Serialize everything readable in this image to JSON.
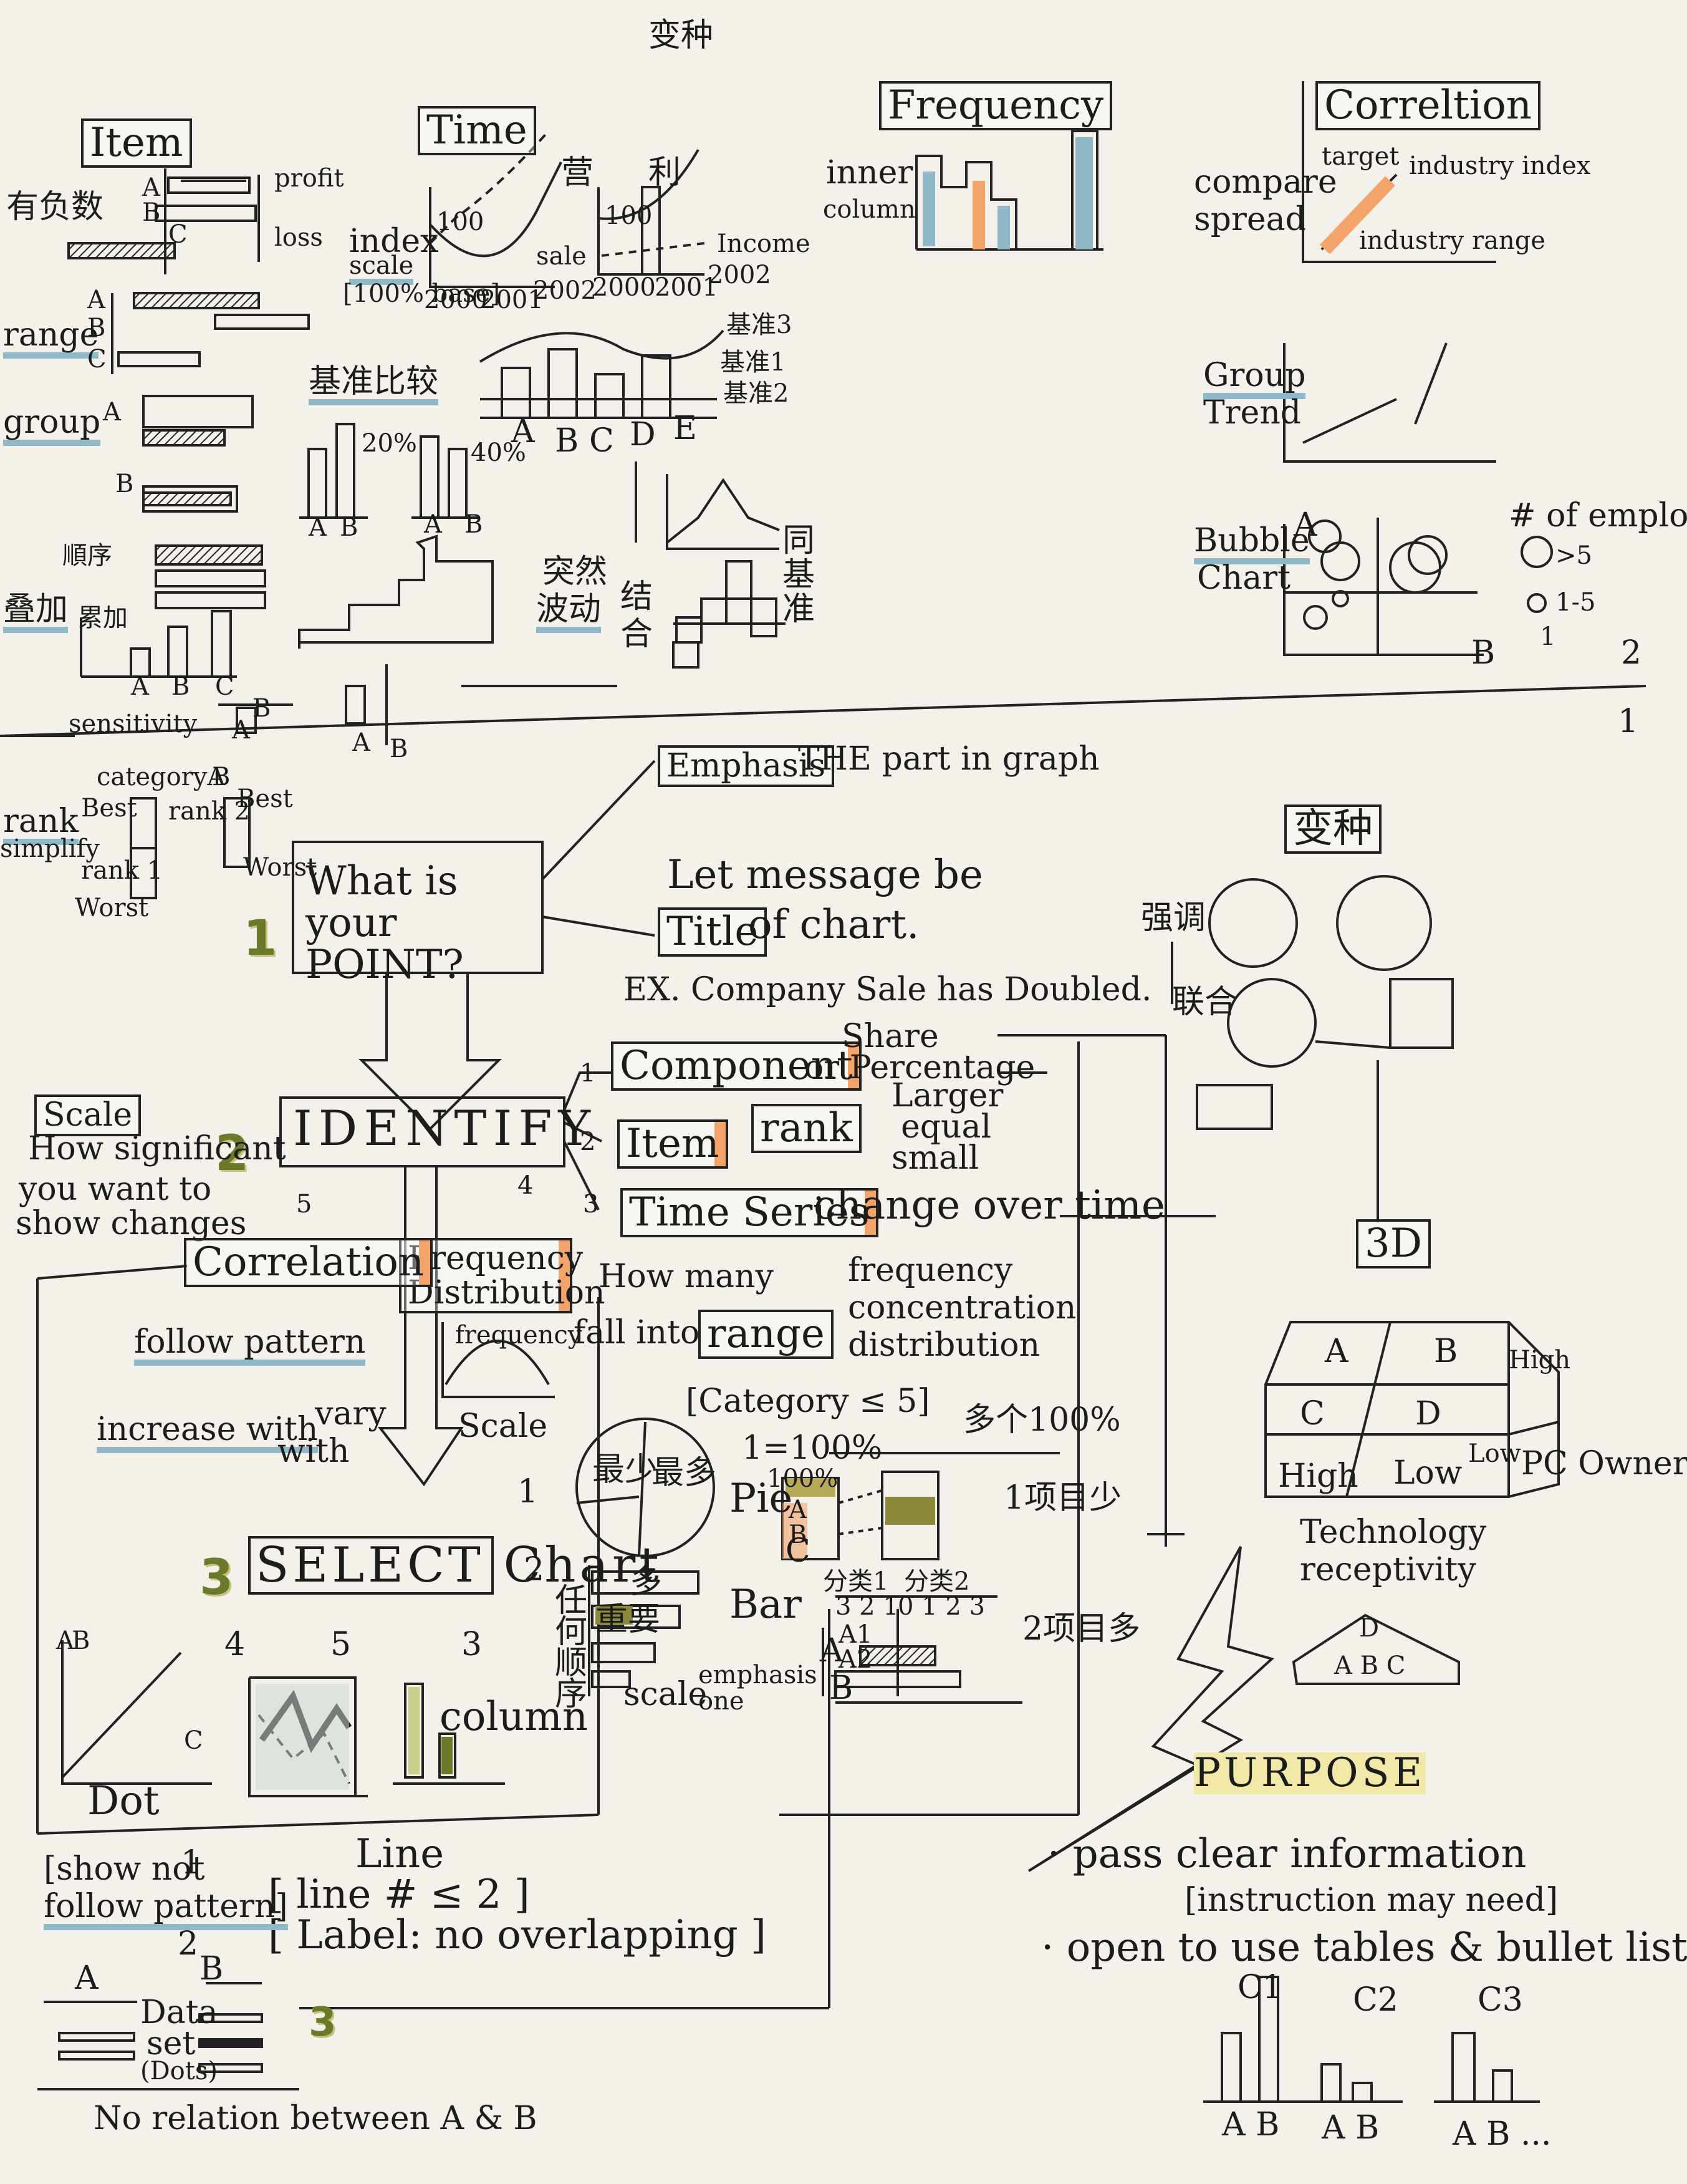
{
  "header": {
    "title": "变种"
  },
  "top_sections": {
    "item": {
      "label": "Item",
      "left_note": "有负数",
      "bars": [
        "A",
        "B",
        "C"
      ],
      "profit": "profit",
      "loss": "loss",
      "range": "range",
      "range_bars": [
        "A",
        "B",
        "C"
      ],
      "group": "group",
      "group_a": "A",
      "group_b": "B",
      "sort1": "順序",
      "sort2": "累加",
      "vert": "叠加",
      "cats": [
        "A",
        "B",
        "C"
      ],
      "sensitivity": "sensitivity",
      "rank": "rank",
      "simplify": "simplify",
      "rank_category": "categoryA",
      "rank_b": "B",
      "best1": "Best",
      "best2": "Best",
      "worst1": "Worst",
      "worst2": "Worst",
      "rank_small1": "rank 1",
      "rank_small2": "rank 2",
      "sens_a": "A",
      "sens_b": "B",
      "sens_a2": "A",
      "sens_b2": "B"
    },
    "time": {
      "label": "Time",
      "index": "index",
      "scale": "scale",
      "base": "[100% base]",
      "val100": "100",
      "sale": "sale",
      "years": [
        "2000",
        "2001",
        "2002"
      ],
      "years2": [
        "2000",
        "2001",
        "2002"
      ],
      "income": "Income",
      "val100b": "100",
      "mark1": "营",
      "mark2": "利",
      "basis_label": "基准比较",
      "pct20": "20%",
      "pct40": "40%",
      "ab1": [
        "A",
        "B"
      ],
      "ab2": [
        "A",
        "B"
      ],
      "base3": "基准3",
      "base1": "基准1",
      "base2": "基准2",
      "cats": [
        "A",
        "B",
        "C",
        "D",
        "E"
      ],
      "sudden": "突然",
      "wave": "波动",
      "combine1": "结",
      "combine2": "合",
      "same": "同",
      "base_char": "基",
      "std": "准"
    },
    "frequency": {
      "label": "Frequency",
      "inner": "inner",
      "column": "column"
    },
    "correlation": {
      "label": "Correltion",
      "compare": "compare",
      "spread": "spread",
      "target": "target",
      "industry_index": "industry index",
      "industry_range": "industry range",
      "group": "Group",
      "trend": "Trend",
      "bubble": "Bubble",
      "chart": "Chart",
      "axis_a": "A",
      "axis_b": "B",
      "legend_title": "# of employee",
      "legend_items": [
        ">5",
        "1-5",
        "1"
      ]
    }
  },
  "marker_2": "2",
  "marker_1": "1",
  "emphasis": {
    "label": "Emphasis",
    "note": "THE part in graph"
  },
  "variant2": "变种",
  "point": {
    "label": "What is your POINT?",
    "num": "1"
  },
  "message": {
    "line1": "Let message be",
    "title_box": "Title",
    "line2": "of chart.",
    "example": "EX. Company Sale has Doubled."
  },
  "pie_variants": {
    "label1": "强调",
    "label2": "联合",
    "three_d": "3D"
  },
  "identify": {
    "label": "IDENTIFY",
    "num": "2",
    "scale_box": "Scale",
    "scale_note1": "How significant",
    "scale_note2": "you want to",
    "scale_note3": "show changes"
  },
  "branches": {
    "component": {
      "n": "1",
      "label": "Component",
      "note1": "Share",
      "note2": "or Percentage"
    },
    "item": {
      "n": "2",
      "label": "Item",
      "rank": "rank",
      "larger": "Larger",
      "equal": "equal",
      "small": "small"
    },
    "time": {
      "n": "3",
      "label": "Time Series",
      "note": "change over time"
    },
    "freq": {
      "n": "4",
      "label1": "Frequency",
      "label2": "Distribution",
      "how": "How many",
      "fall": "fall into",
      "range": "range",
      "f1": "frequency",
      "f2": "concentration",
      "f3": "distribution",
      "sketch_freq": "frequency",
      "scale": "Scale"
    },
    "corr": {
      "n": "5",
      "label": "Correlation",
      "follow": "follow pattern",
      "increase": "increase with",
      "vary1": "vary",
      "vary2": "with"
    }
  },
  "select": {
    "label": "SELECT Chart",
    "num": "3",
    "pie": {
      "n": "1",
      "big1": "最少",
      "big2": "最多",
      "word": "Pie",
      "cat": "[Category ≤ 5]",
      "total": "1=100%",
      "multi": "多个100%",
      "few": "1项目少",
      "many": "2项目多",
      "pct": "100%",
      "abc": [
        "A",
        "B",
        "C"
      ]
    },
    "bar": {
      "n": "2",
      "word": "Bar",
      "order": [
        "任",
        "何",
        "顺",
        "序"
      ],
      "many": "多",
      "important": "重要",
      "scale": "scale",
      "emphasis": "emphasis one",
      "cls1": "分类1",
      "cls2": "分类2",
      "nums1": "3 2 1",
      "nums2": "0 1 2 3",
      "ab": [
        "A",
        "B"
      ],
      "ai": [
        "A1",
        "A2"
      ]
    },
    "dot": {
      "n": "4",
      "word": "Dot",
      "a": "A",
      "b": "B",
      "c": "C"
    },
    "line": {
      "n": "5",
      "word": "Line",
      "rule1": "[ line # ≤ 2 ]",
      "rule2": "[ Label: no overlapping ]"
    },
    "column": {
      "n": "3",
      "word": "column"
    }
  },
  "dot_extra": {
    "note1": "[show not",
    "note2": "follow pattern]",
    "n1": "1",
    "n2": "2",
    "n3": "3",
    "a": "A",
    "b": "B",
    "data": "Data",
    "set": "set",
    "dots": "(Dots)",
    "no_rel": "No relation between A & B"
  },
  "cube": {
    "a": "A",
    "b": "B",
    "c": "C",
    "d": "D",
    "high1": "High",
    "low1": "Low",
    "high2": "High",
    "low2": "Low",
    "pc": "PC Ownership",
    "tech1": "Technology",
    "tech2": "receptivity",
    "tri_d": "D",
    "tri_abc": "A B C"
  },
  "purpose": {
    "label": "PURPOSE",
    "b1": "· pass clear information",
    "b1b": "[instruction may need]",
    "b2": "· open to use tables & bullet lists",
    "cols": [
      "C1",
      "C2",
      "C3"
    ],
    "ab": "A B",
    "ab2": "A B",
    "ab3": "A B ..."
  }
}
